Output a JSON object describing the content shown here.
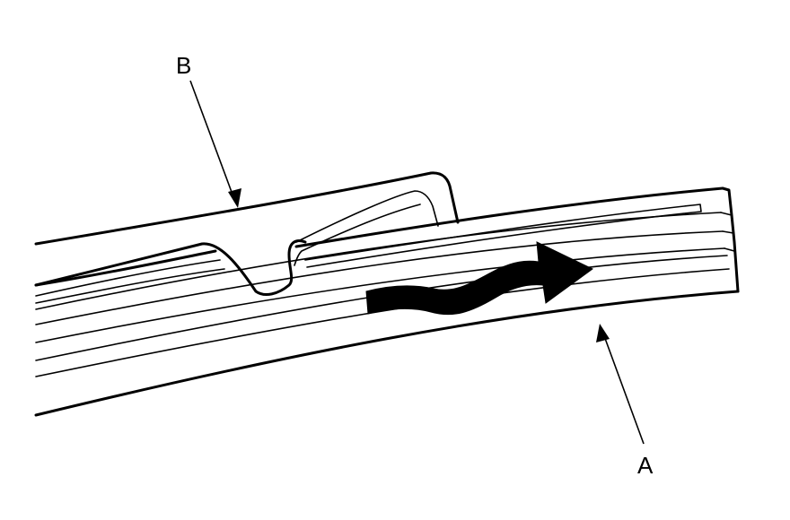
{
  "labels": {
    "a": "A",
    "b": "B"
  },
  "parts": {
    "rubber_blade": {
      "callout": "A"
    },
    "blade_clip": {
      "callout": "B"
    }
  },
  "icons": {
    "direction_arrow": "wavy-arrow-icon"
  },
  "colors": {
    "line": "#000000",
    "background": "#ffffff",
    "arrow_fill": "#000000"
  }
}
